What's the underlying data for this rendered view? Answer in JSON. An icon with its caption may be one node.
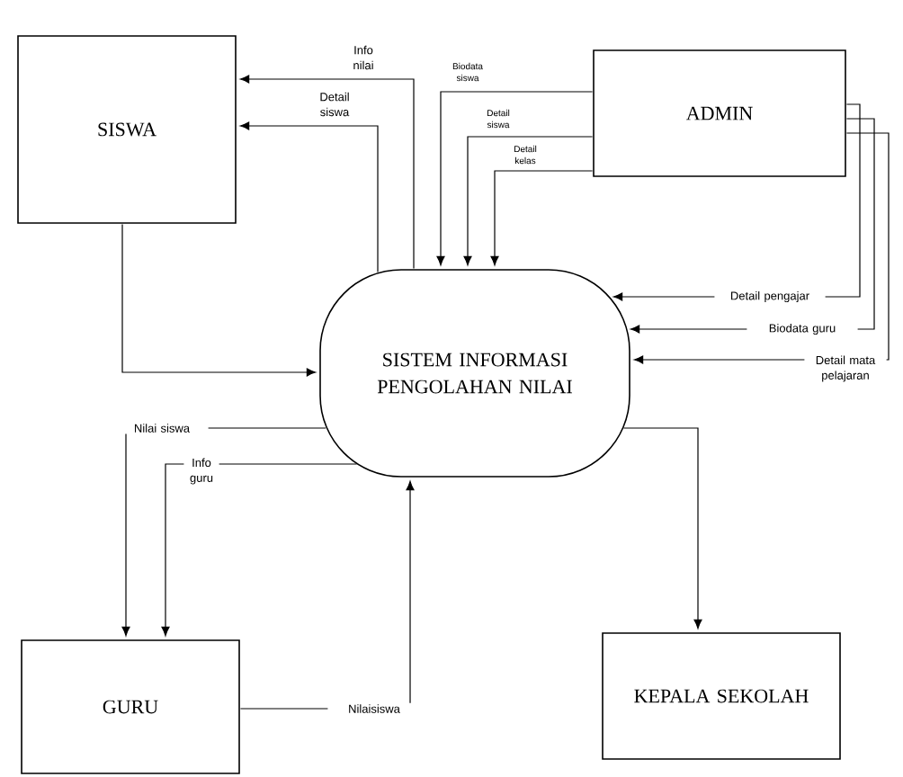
{
  "diagram": {
    "nodes": [
      {
        "text": [
          "SISWA"
        ]
      },
      {
        "text": [
          "ADMIN"
        ]
      },
      {
        "text": [
          "SISTEM INFORMASI PENGOLAHAN NILAI"
        ]
      },
      {
        "text": [
          "GURU"
        ]
      },
      {
        "text": [
          "KEPALA SEKOLAH"
        ]
      }
    ],
    "edges": [
      {
        "from": 2,
        "to": 0,
        "arrow": "to",
        "label": "Info nilai"
      },
      {
        "from": 2,
        "to": 0,
        "arrow": "to",
        "label": "Detail siswa"
      },
      {
        "from": 1,
        "to": 2,
        "arrow": "to",
        "label": "Biodata siswa"
      },
      {
        "from": 1,
        "to": 2,
        "arrow": "to",
        "label": "Detail siswa"
      },
      {
        "from": 1,
        "to": 2,
        "arrow": "to",
        "label": "Detail kelas"
      },
      {
        "from": 1,
        "to": 2,
        "arrow": "to",
        "label": "Detail pengajar"
      },
      {
        "from": 1,
        "to": 2,
        "arrow": "to",
        "label": "Biodata guru"
      },
      {
        "from": 1,
        "to": 2,
        "arrow": "to",
        "label": "Detail mata pelajaran"
      },
      {
        "from": 0,
        "to": 2,
        "arrow": "to"
      },
      {
        "from": 2,
        "to": 3,
        "arrow": "to",
        "label": "Nilai siswa"
      },
      {
        "from": 2,
        "to": 3,
        "arrow": "to",
        "label": "Info guru"
      },
      {
        "from": 3,
        "to": 2,
        "arrow": "to",
        "label": "Nilaisiswa"
      },
      {
        "from": 2,
        "to": 4,
        "arrow": "to"
      }
    ]
  }
}
